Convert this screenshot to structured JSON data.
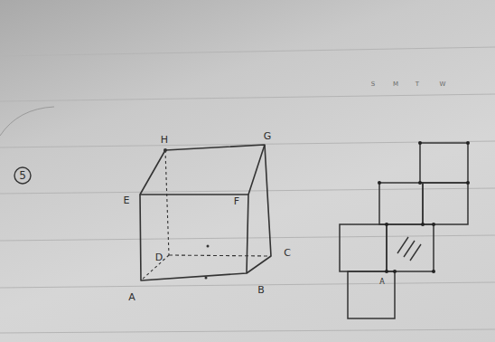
{
  "diagram": {
    "labels": [
      "5",
      "H",
      "G",
      "E",
      "F",
      "D",
      "C",
      "A",
      "B",
      "A",
      "S",
      "M",
      "T",
      "W"
    ]
  }
}
